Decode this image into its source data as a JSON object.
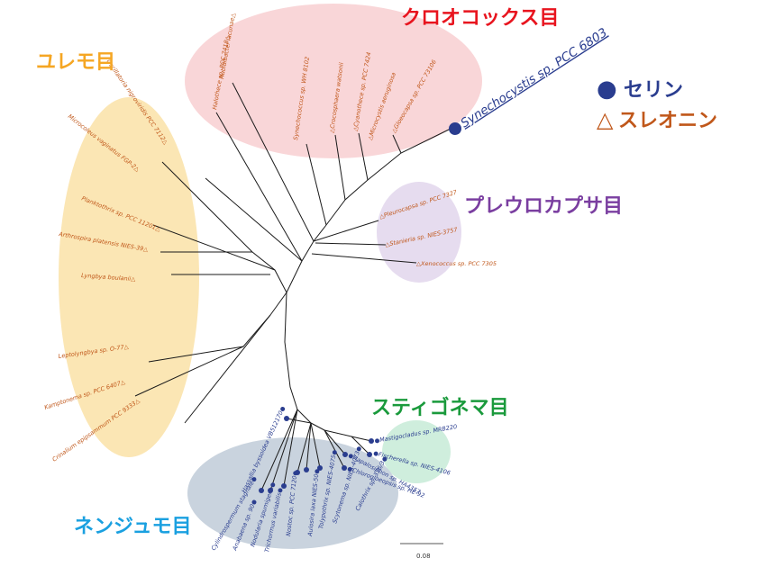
{
  "colors": {
    "chroococcales": "#e8141e",
    "oscillatoriales": "#f5a623",
    "pleurocapsales": "#7a3ea0",
    "stigonematales": "#1a9a3c",
    "nostocales": "#1aa0e0",
    "serine": "#2a3d8f",
    "threonine": "#c0571a",
    "ellipse_chroo": "#f9d6d8",
    "ellipse_oscill": "#fbe6b4",
    "ellipse_pleuro": "#e6dcef",
    "ellipse_stigo": "#cfeedd",
    "ellipse_nostoc": "#c9d3de"
  },
  "legend": {
    "serine_marker": "●",
    "serine": "セリン",
    "threonine_marker": "△",
    "threonine": "スレオニン"
  },
  "groups": {
    "chroococcales": "クロオコックス目",
    "oscillatoriales": "ユレモ目",
    "pleurocapsales": "プレウロカプサ目",
    "stigonematales": "スティゴネマ目",
    "nostocales": "ネンジュモ目"
  },
  "highlight": "Synechocystis sp. PCC 6803",
  "scale_bar": "0.08",
  "leaves": {
    "chroo": [
      "Rubidibacter lacunae△",
      "Halothece sp. PCC 7418△",
      "Synechococcus sp. WH 8102",
      "△Crocosphaera watsonii",
      "△Cyanothece sp. PCC 7424",
      "△Microcystis aeruginosa",
      "△Gloeocapsa sp. PCC 73106"
    ],
    "pleuro": [
      "△Pleurocapsa sp. PCC 7327",
      "△Stanieria sp. NIES-3757",
      "△Xenococcus sp. PCC 7305"
    ],
    "oscill": [
      "Oscillatoria nigroviridis PCC 7112△",
      "Microcoleus vaginatus FGP-2△",
      "Planktothrix sp. PCC 11201△",
      "Arthrospira platensis NIES-39△",
      "Lyngbya boulanii△",
      "Leptolyngbya sp. O-77△",
      "Kamptonema sp. PCC 6407△",
      "Crinalium epipsammum PCC 9333△"
    ],
    "stigo": [
      "●Mastigocladus sp. MRB220",
      "●Fischerella sp. NIES-4106",
      "●Hapalosiphon sp. HA4357",
      "●Chlorogloeopsis sp. HE-92"
    ],
    "nostoc": [
      "Hassallia byssoidea VB512170●",
      "Cylindrospermum stagnale●",
      "Anabaena sp. 90●",
      "Nodularia spumigena●",
      "Trichormus variabilis●",
      "Nostoc sp. PCC 7120●",
      "Aulosira laxa NIES-50●",
      "Tolypothrix sp. NIES-4075●",
      "Scytonema sp. NIES-4073●",
      "Calothrix sp. 336/3●"
    ]
  }
}
